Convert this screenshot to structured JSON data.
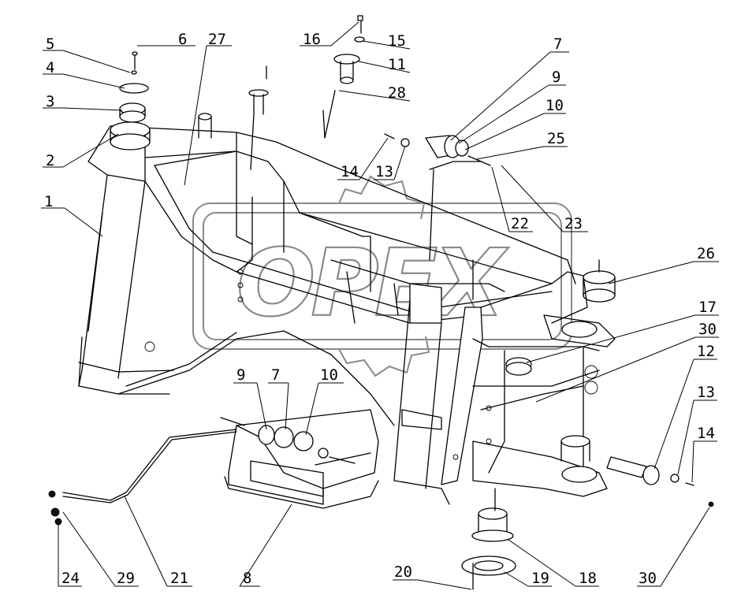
{
  "watermark": {
    "text": "OPEX"
  },
  "callouts": [
    "1",
    "2",
    "3",
    "4",
    "5",
    "6",
    "27",
    "16",
    "15",
    "11",
    "28",
    "7",
    "9",
    "10",
    "25",
    "14",
    "13",
    "22",
    "23",
    "26",
    "17",
    "30",
    "12",
    "13",
    "14",
    "9",
    "7",
    "10",
    "24",
    "29",
    "21",
    "8",
    "20",
    "19",
    "18",
    "30"
  ]
}
